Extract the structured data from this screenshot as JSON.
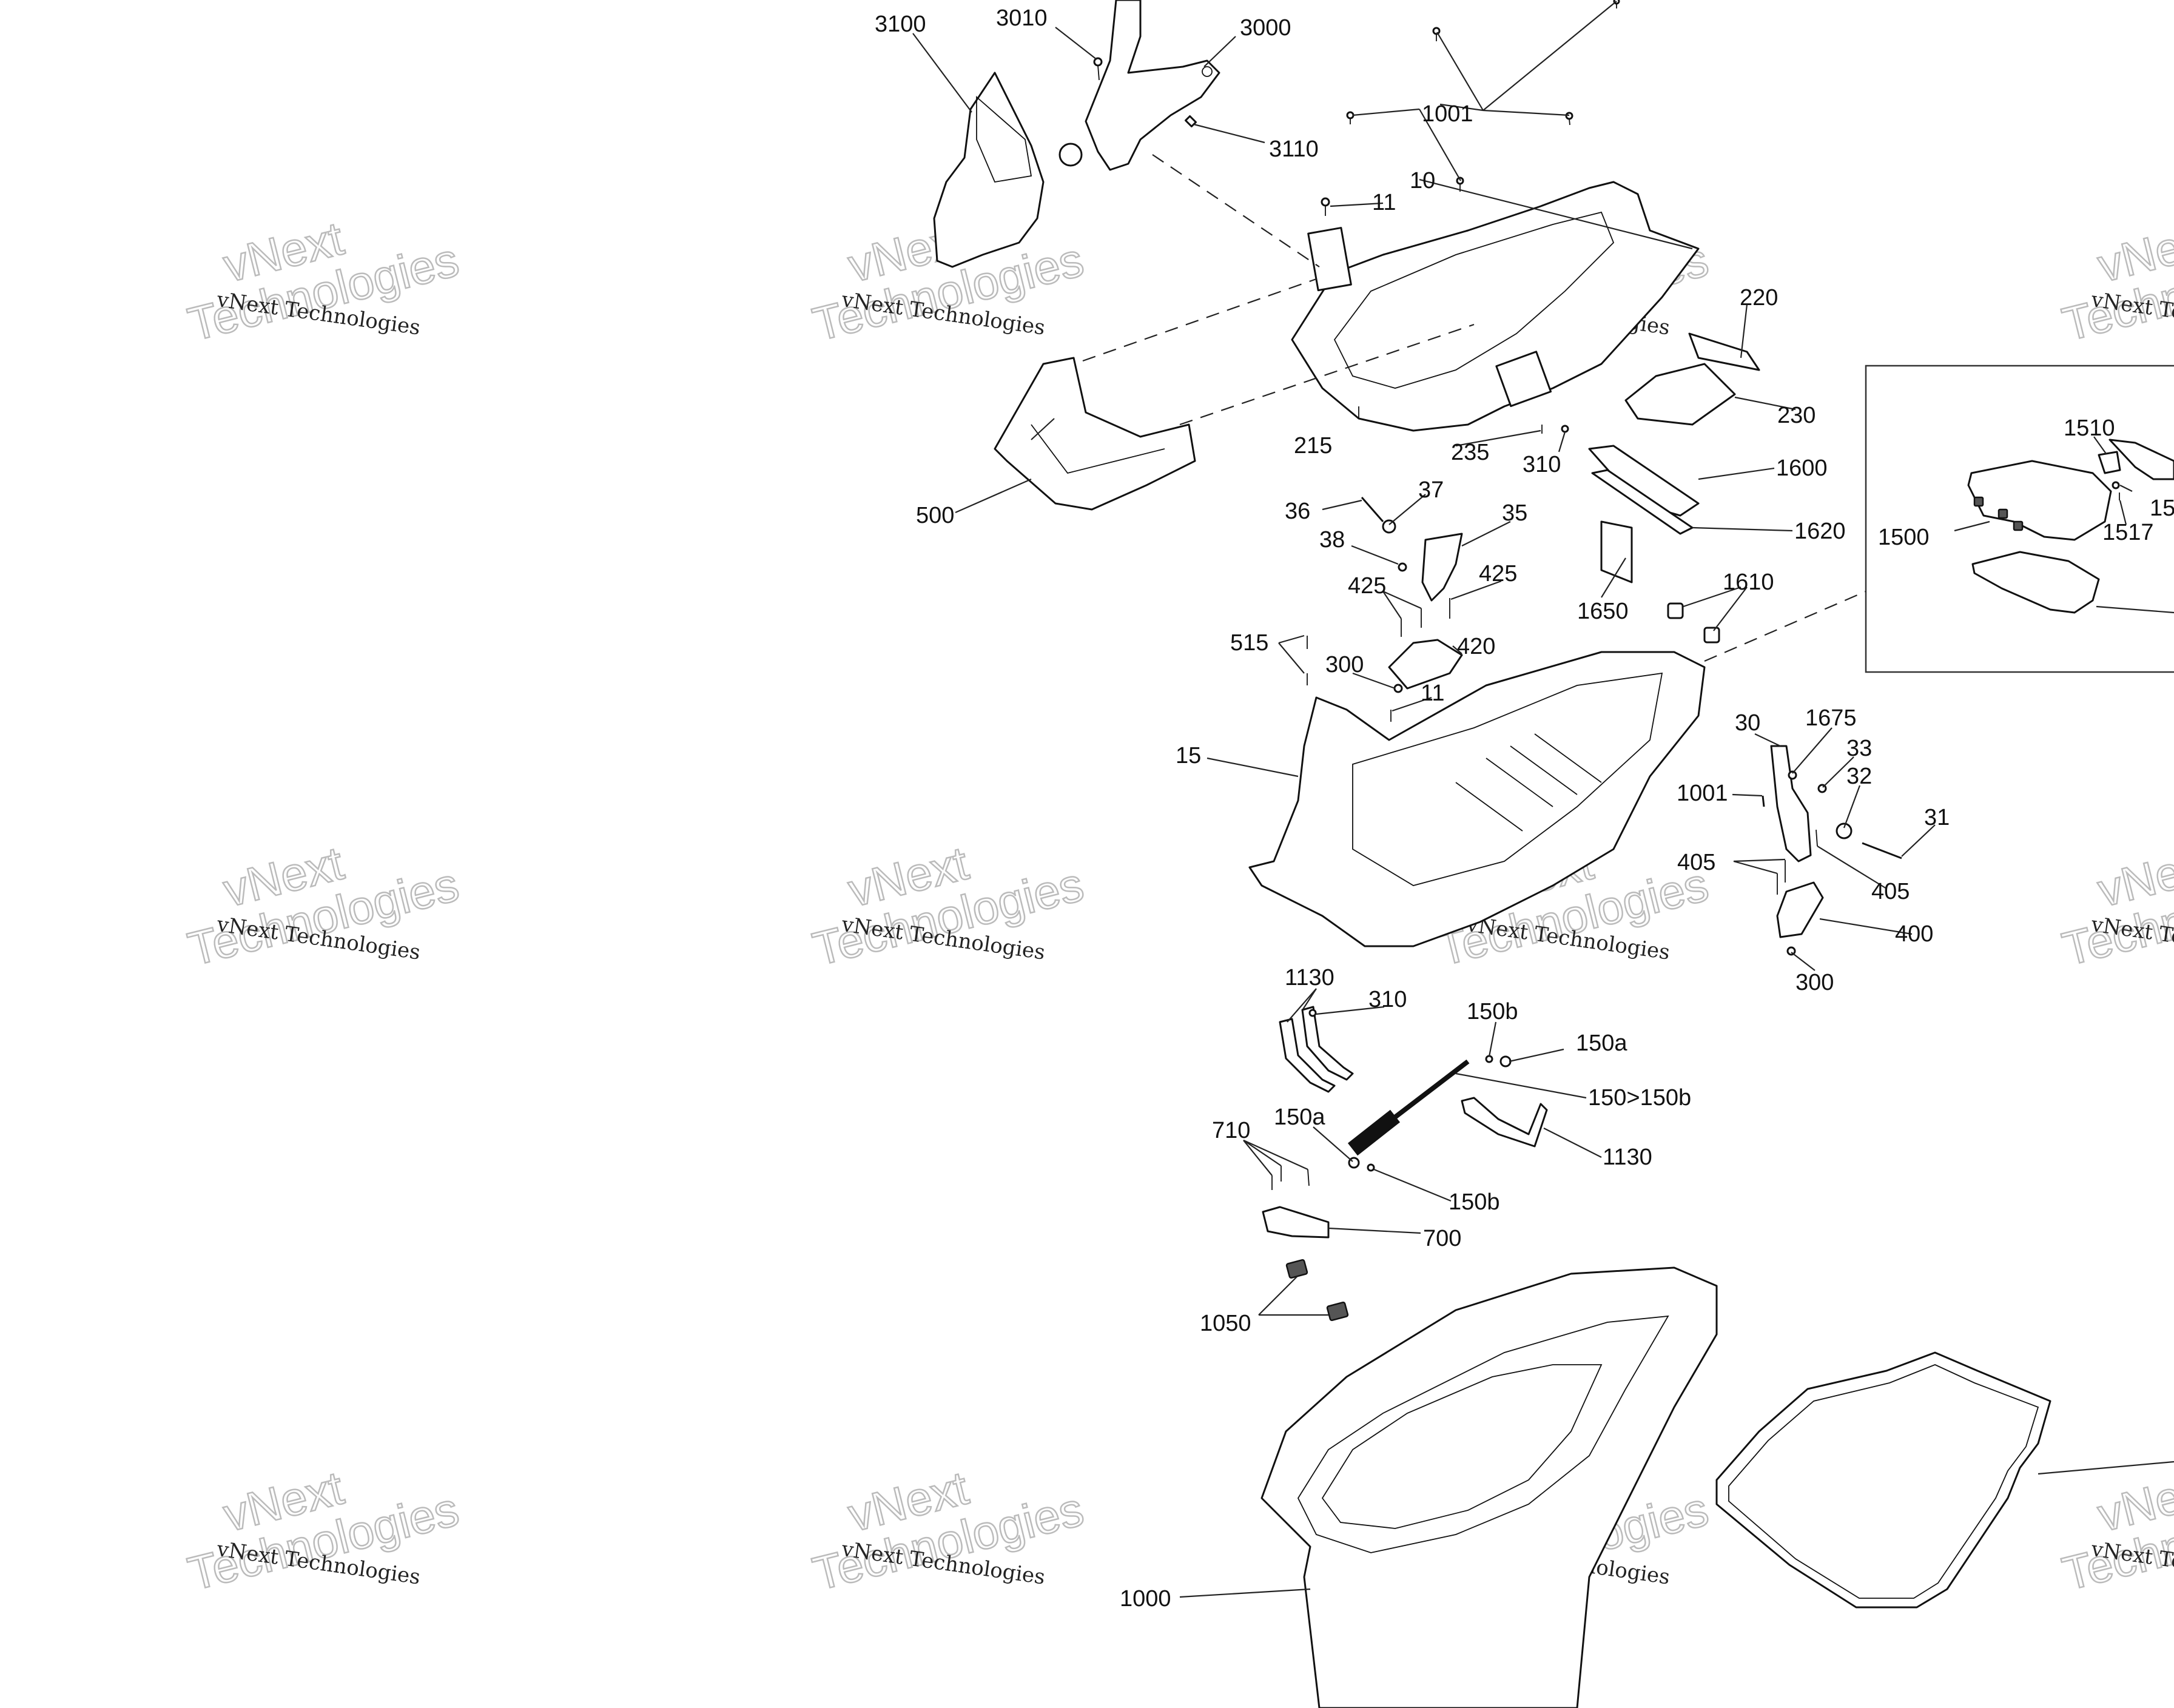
{
  "diagram": {
    "type": "exploded-parts-diagram",
    "watermark": {
      "line_small": "vNext Technologies",
      "line_big_1": "vNext",
      "line_big_2": "Technologies"
    },
    "callouts": [
      {
        "id": "c3100",
        "text": "3100"
      },
      {
        "id": "c3010",
        "text": "3010"
      },
      {
        "id": "c3000",
        "text": "3000"
      },
      {
        "id": "c3110",
        "text": "3110"
      },
      {
        "id": "c1001a",
        "text": "1001"
      },
      {
        "id": "c11a",
        "text": "11"
      },
      {
        "id": "c10",
        "text": "10"
      },
      {
        "id": "c220",
        "text": "220"
      },
      {
        "id": "c230",
        "text": "230"
      },
      {
        "id": "c500",
        "text": "500"
      },
      {
        "id": "c215",
        "text": "215"
      },
      {
        "id": "c235",
        "text": "235"
      },
      {
        "id": "c310a",
        "text": "310"
      },
      {
        "id": "c1600",
        "text": "1600"
      },
      {
        "id": "c1620",
        "text": "1620"
      },
      {
        "id": "c1650",
        "text": "1650"
      },
      {
        "id": "c1610",
        "text": "1610"
      },
      {
        "id": "c36",
        "text": "36"
      },
      {
        "id": "c37",
        "text": "37"
      },
      {
        "id": "c35",
        "text": "35"
      },
      {
        "id": "c38",
        "text": "38"
      },
      {
        "id": "c425a",
        "text": "425"
      },
      {
        "id": "c425b",
        "text": "425"
      },
      {
        "id": "c515",
        "text": "515"
      },
      {
        "id": "c420",
        "text": "420"
      },
      {
        "id": "c300a",
        "text": "300"
      },
      {
        "id": "c11b",
        "text": "11"
      },
      {
        "id": "c15",
        "text": "15"
      },
      {
        "id": "c30",
        "text": "30"
      },
      {
        "id": "c1675",
        "text": "1675"
      },
      {
        "id": "c33",
        "text": "33"
      },
      {
        "id": "c32",
        "text": "32"
      },
      {
        "id": "c31",
        "text": "31"
      },
      {
        "id": "c1001b",
        "text": "1001"
      },
      {
        "id": "c405a",
        "text": "405"
      },
      {
        "id": "c405b",
        "text": "405"
      },
      {
        "id": "c400",
        "text": "400"
      },
      {
        "id": "c300b",
        "text": "300"
      },
      {
        "id": "c1130a",
        "text": "1130"
      },
      {
        "id": "c310b",
        "text": "310"
      },
      {
        "id": "c150b_a",
        "text": "150b"
      },
      {
        "id": "c150a_a",
        "text": "150a"
      },
      {
        "id": "c150",
        "text": "150>150b"
      },
      {
        "id": "c1130b",
        "text": "1130"
      },
      {
        "id": "c710",
        "text": "710"
      },
      {
        "id": "c150a_b",
        "text": "150a"
      },
      {
        "id": "c150b_b",
        "text": "150b"
      },
      {
        "id": "c700",
        "text": "700"
      },
      {
        "id": "c1050",
        "text": "1050"
      },
      {
        "id": "c1000",
        "text": "1000"
      },
      {
        "id": "c1510",
        "text": "1510"
      },
      {
        "id": "c1500",
        "text": "1500"
      },
      {
        "id": "c1517",
        "text": "1517"
      },
      {
        "id": "c15x",
        "text": "15"
      }
    ]
  }
}
